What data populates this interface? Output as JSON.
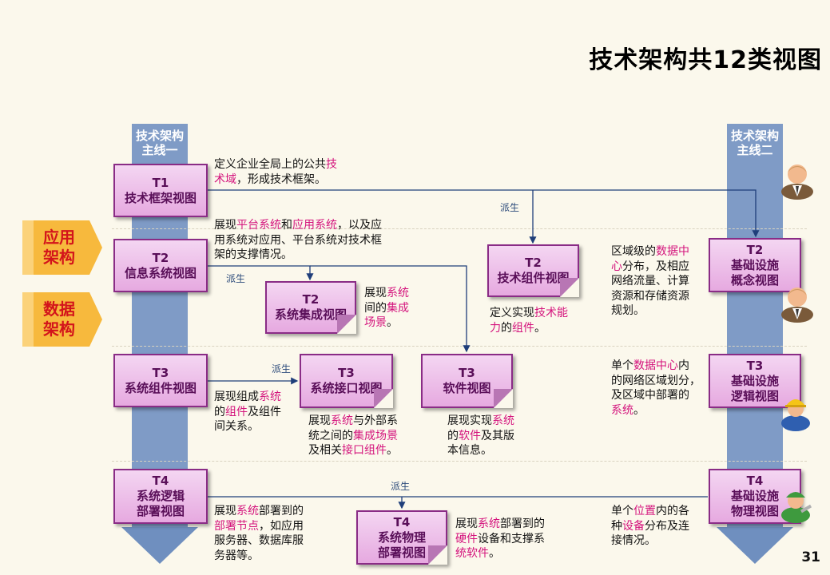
{
  "title": "技术架构共12类视图",
  "lanes": {
    "left_head": "技术架构\n主线一",
    "right_head": "技术架构\n主线二"
  },
  "side_tabs": {
    "app": "应用\n架构",
    "data": "数据\n架构"
  },
  "boxes": {
    "t1_code": "T1",
    "t1_name": "技术框架视图",
    "t2_info_code": "T2",
    "t2_info_name": "信息系统视图",
    "t2_int_code": "T2",
    "t2_int_name": "系统集成视图",
    "t2_comp_code": "T2",
    "t2_comp_name": "技术组件视图",
    "t2_infra_code": "T2",
    "t2_infra_name": "基础设施\n概念视图",
    "t3_comp_code": "T3",
    "t3_comp_name": "系统组件视图",
    "t3_iface_code": "T3",
    "t3_iface_name": "系统接口视图",
    "t3_sw_code": "T3",
    "t3_sw_name": "软件视图",
    "t3_infra_code": "T3",
    "t3_infra_name": "基础设施\n逻辑视图",
    "t4_deploy_code": "T4",
    "t4_deploy_name": "系统逻辑\n部署视图",
    "t4_phys_code": "T4",
    "t4_phys_name": "系统物理\n部署视图",
    "t4_infra_code": "T4",
    "t4_infra_name": "基础设施\n物理视图"
  },
  "derive_labels": {
    "a": "派生",
    "b": "派生",
    "c": "派生",
    "d": "派生"
  },
  "descriptions": {
    "t1": [
      [
        "定义企业全局上的公共",
        ""
      ],
      [
        "技",
        "hl"
      ],
      [
        "\n",
        ""
      ],
      [
        "术域",
        "hl"
      ],
      [
        "，形成技术框架。",
        ""
      ]
    ],
    "t2_info": [
      [
        "展现",
        ""
      ],
      [
        "平台系统",
        "hl"
      ],
      [
        "和",
        ""
      ],
      [
        "应用系统",
        "hl"
      ],
      [
        "，以及应\n用系统对应用、平台系统对技术框\n架的支撑情况。",
        ""
      ]
    ],
    "t2_int": [
      [
        "展现",
        ""
      ],
      [
        "系统",
        "hl"
      ],
      [
        "\n间的",
        ""
      ],
      [
        "集成",
        "hl"
      ],
      [
        "\n",
        ""
      ],
      [
        "场景",
        "hl"
      ],
      [
        "。",
        ""
      ]
    ],
    "t2_comp": [
      [
        "定义实现",
        ""
      ],
      [
        "技术能\n力",
        "hl"
      ],
      [
        "的",
        ""
      ],
      [
        "组件",
        "hl"
      ],
      [
        "。",
        ""
      ]
    ],
    "t2_infra": [
      [
        "区域级的",
        ""
      ],
      [
        "数据中\n心",
        "hl"
      ],
      [
        "分布，及相应\n网络流量、计算\n资源和存储资源\n规划。",
        ""
      ]
    ],
    "t3_comp": [
      [
        "展现组成",
        ""
      ],
      [
        "系统",
        "hl"
      ],
      [
        "\n的",
        ""
      ],
      [
        "组件",
        "hl"
      ],
      [
        "及组件\n间关系。",
        ""
      ]
    ],
    "t3_iface": [
      [
        "展现",
        ""
      ],
      [
        "系统",
        "hl"
      ],
      [
        "与外部系\n统之间的",
        ""
      ],
      [
        "集成场景",
        "hl"
      ],
      [
        "\n及相关",
        ""
      ],
      [
        "接口组件",
        "hl"
      ],
      [
        "。",
        ""
      ]
    ],
    "t3_sw": [
      [
        "展现实现",
        ""
      ],
      [
        "系统",
        "hl"
      ],
      [
        "\n的",
        ""
      ],
      [
        "软件",
        "hl"
      ],
      [
        "及其版\n本信息。",
        ""
      ]
    ],
    "t3_infra": [
      [
        "单个",
        ""
      ],
      [
        "数据中心",
        "hl"
      ],
      [
        "内\n的网络区域划分，\n及区域中部署的\n",
        ""
      ],
      [
        "系统",
        "hl"
      ],
      [
        "。",
        ""
      ]
    ],
    "t4_deploy": [
      [
        "展现",
        ""
      ],
      [
        "系统",
        "hl"
      ],
      [
        "部署到的\n",
        ""
      ],
      [
        "部署节点",
        "hl"
      ],
      [
        "，如应用\n服务器、数据库服\n务器等。",
        ""
      ]
    ],
    "t4_phys": [
      [
        "展现",
        ""
      ],
      [
        "系统",
        "hl"
      ],
      [
        "部署到的\n",
        ""
      ],
      [
        "硬件",
        "hl"
      ],
      [
        "设备和支撑系\n",
        ""
      ],
      [
        "统软件",
        "hl"
      ],
      [
        "。",
        ""
      ]
    ],
    "t4_infra": [
      [
        "单个",
        ""
      ],
      [
        "位置",
        "hl"
      ],
      [
        "内的各\n种",
        ""
      ],
      [
        "设备",
        "hl"
      ],
      [
        "分布及连\n接情况。",
        ""
      ]
    ]
  },
  "colors": {
    "lane": "#7f9bc6",
    "box_border": "#8a2c86",
    "box_text": "#5a0f59",
    "highlight": "#d4147d",
    "tab": "#f7b93d",
    "tab_text": "#d3141b",
    "connector": "#1f3e7a"
  },
  "page_number": "31"
}
